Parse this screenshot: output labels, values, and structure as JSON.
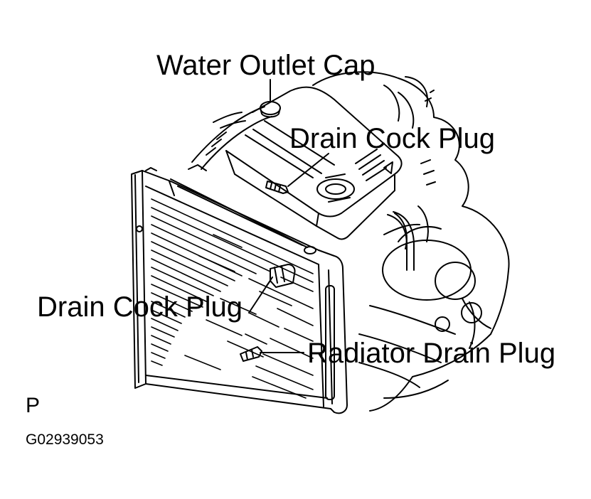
{
  "labels": {
    "water_outlet_cap": "Water Outlet Cap",
    "drain_cock_plug_top": "Drain Cock Plug",
    "drain_cock_plug_left": "Drain Cock Plug",
    "radiator_drain_plug": "Radiator Drain Plug",
    "view_letter": "P",
    "figure_code": "G02939053"
  },
  "colors": {
    "ink": "#000000",
    "background": "#ffffff"
  }
}
